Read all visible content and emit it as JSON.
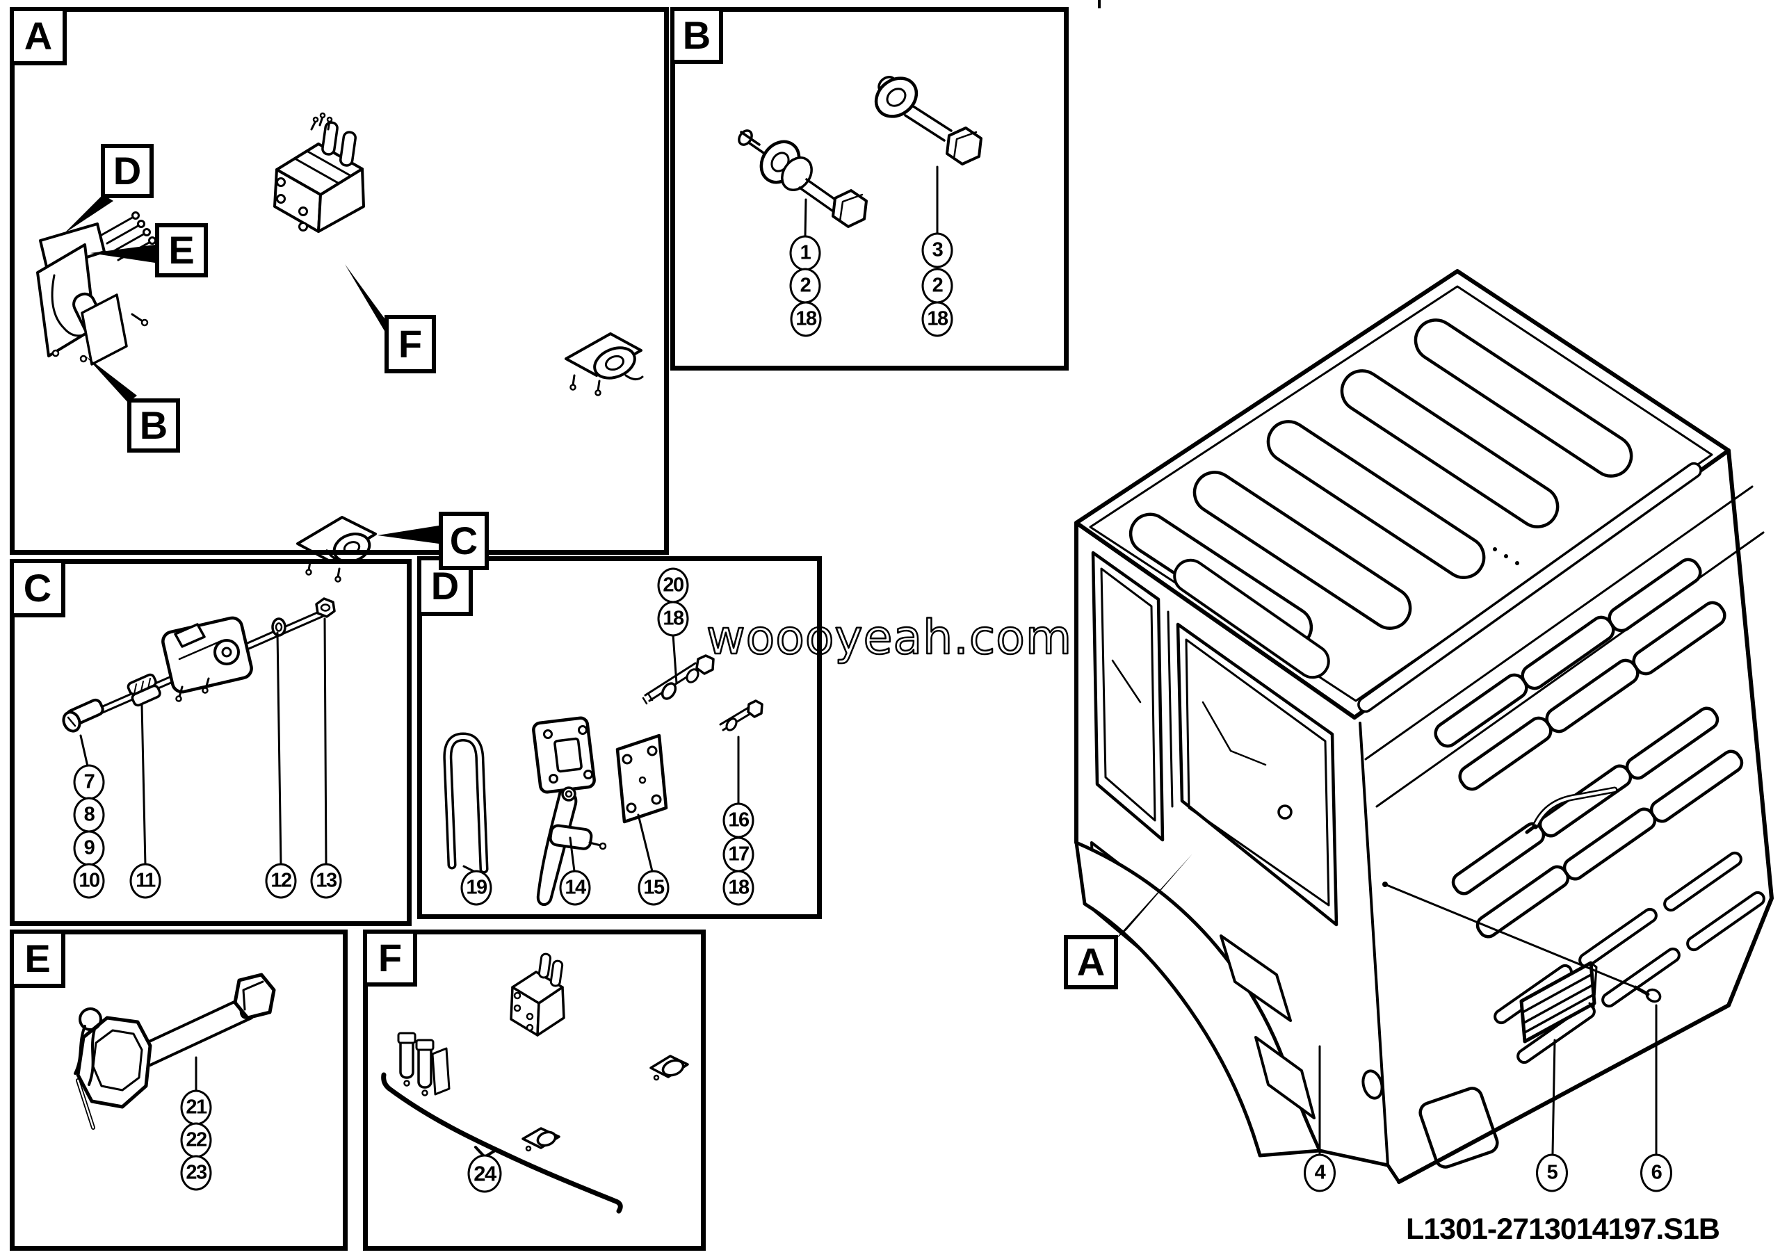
{
  "watermark": "woooyeah.com",
  "part_number": "L1301-2713014197.S1B",
  "panel_a": {
    "label": "A",
    "callout_d": "D",
    "callout_e": "E",
    "callout_b": "B",
    "callout_f": "F",
    "callout_c": "C"
  },
  "panel_b": {
    "label": "B",
    "left_stack": [
      "1",
      "2",
      "18"
    ],
    "right_stack": [
      "3",
      "2",
      "18"
    ]
  },
  "panel_c": {
    "label": "C",
    "left_stack": [
      "7",
      "8",
      "9",
      "10"
    ],
    "row": [
      "11",
      "12",
      "13"
    ]
  },
  "panel_d": {
    "label": "D",
    "top_stack": [
      "20",
      "18"
    ],
    "bottom_row": [
      "19",
      "14",
      "15"
    ],
    "right_stack": [
      "16",
      "17",
      "18"
    ]
  },
  "panel_e": {
    "label": "E",
    "stack": [
      "21",
      "22",
      "23"
    ]
  },
  "panel_f": {
    "label": "F",
    "callout": "24"
  },
  "truck": {
    "callout_box": "A",
    "callouts": [
      "4",
      "5",
      "6"
    ]
  }
}
